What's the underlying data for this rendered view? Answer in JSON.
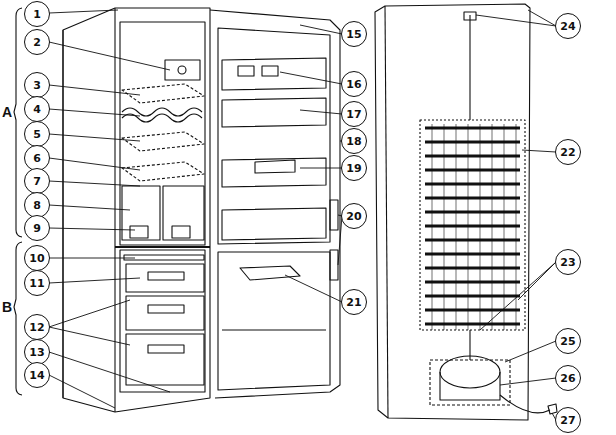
{
  "diagram": {
    "labels": [
      "1",
      "2",
      "3",
      "4",
      "5",
      "6",
      "7",
      "8",
      "9",
      "10",
      "11",
      "12",
      "13",
      "14",
      "15",
      "16",
      "17",
      "18",
      "19",
      "20",
      "21",
      "22",
      "23",
      "24",
      "25",
      "26",
      "27",
      "A",
      "B"
    ]
  }
}
